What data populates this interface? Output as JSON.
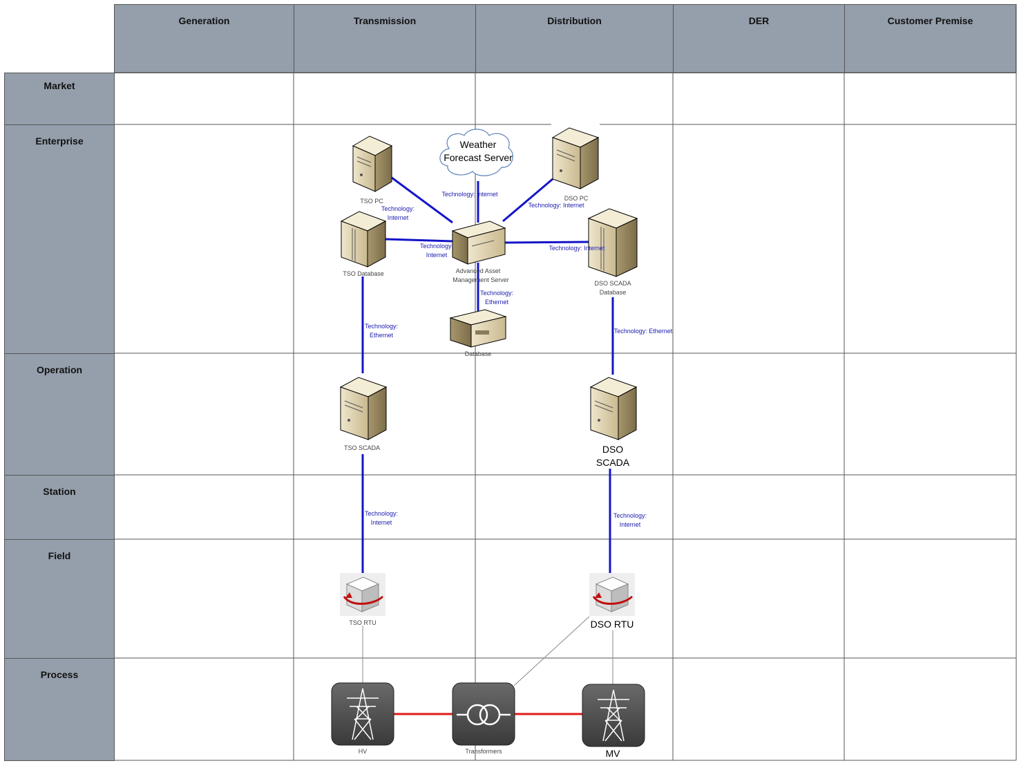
{
  "columns": [
    "Generation",
    "Transmission",
    "Distribution",
    "DER",
    "Customer Premise"
  ],
  "rows": [
    "Market",
    "Enterprise",
    "Operation",
    "Station",
    "Field",
    "Process"
  ],
  "colors": {
    "header_bg": "#959eab",
    "comm_link": "#1414c8",
    "power_link": "#e01a1a",
    "grid_line": "#555555"
  },
  "nodes": {
    "tso_pc": "TSO PC",
    "weather_1": "Weather",
    "weather_2": "Forecast Server",
    "dso_pc": "DSO PC",
    "tso_database": "TSO Database",
    "aams_1": "Advanced Asset",
    "aams_2": "Management Server",
    "dso_scada_db_1": "DSO SCADA",
    "dso_scada_db_2": "Database",
    "database": "Database",
    "tso_scada": "TSO SCADA",
    "dso_scada_1": "DSO",
    "dso_scada_2": "SCADA",
    "tso_rtu": "TSO RTU",
    "dso_rtu": "DSO RTU",
    "hv": "HV",
    "transformers": "Transformers",
    "mv": "MV"
  },
  "links": {
    "t_internet_a1": "Technology:",
    "t_internet_a2": "Internet",
    "t_internet_b1": "Technology:",
    "t_internet_b2": "Internet",
    "t_weather": "Technology: Internet",
    "t_dsopc": "Technology: Internet",
    "t_dsoscadadb": "Technology: Internet",
    "t_eth_db1": "Technology:",
    "t_eth_db2": "Ethernet",
    "t_eth_tso1": "Technology:",
    "t_eth_tso2": "Ethernet",
    "t_eth_dso": "Technology: Ethernet",
    "t_tso_station1": "Technology:",
    "t_tso_station2": "Internet",
    "t_dso_station1": "Technology:",
    "t_dso_station2": "Internet"
  }
}
